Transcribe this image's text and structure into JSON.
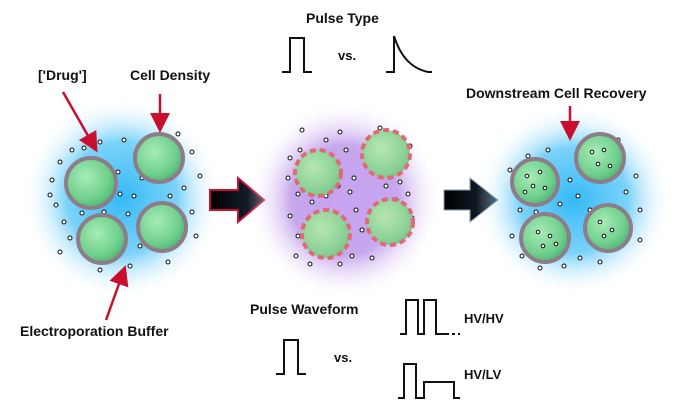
{
  "labels": {
    "drug": "['Drug']",
    "cell_density": "Cell Density",
    "electroporation_buffer": "Electroporation Buffer",
    "pulse_type": "Pulse Type",
    "vs_top": "vs.",
    "downstream_cell_recovery": "Downstream Cell Recovery",
    "pulse_waveform": "Pulse Waveform",
    "vs_bottom": "vs.",
    "hv_hv": "HV/HV",
    "hv_lv": "HV/LV"
  },
  "colors": {
    "buffer_glow": "#29b6f6",
    "electroporation_glow": "#b07be8",
    "cell_fill": "#7ed89a",
    "cell_membrane": "#8e7c88",
    "pore_dash": "#e06a74",
    "pointer_arrow": "#c8102e",
    "process_arrow": "#111111"
  }
}
